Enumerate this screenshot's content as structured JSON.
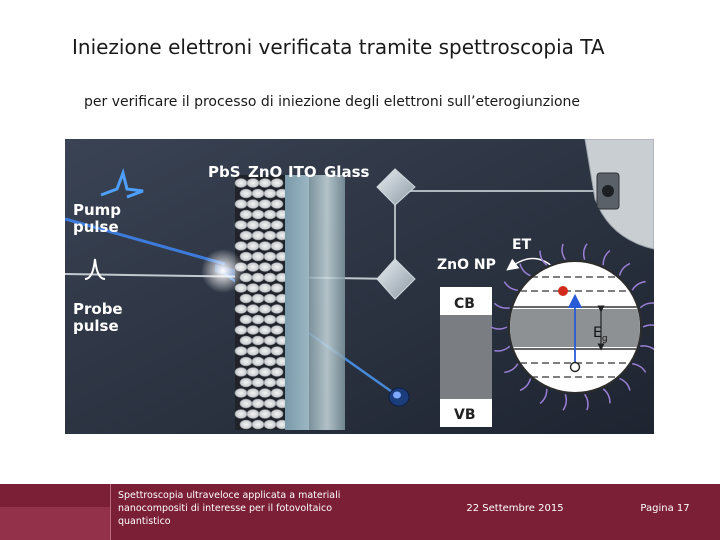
{
  "slide": {
    "title": "Iniezione elettroni verificata tramite spettroscopia TA",
    "subtitle": "per verificare il processo di iniezione degli elettroni sull’eterogiunzione"
  },
  "figure": {
    "layer_labels": [
      "PbS",
      "ZnO",
      "ITO",
      "Glass"
    ],
    "pump_label_line1": "Pump",
    "pump_label_line2": "pulse",
    "probe_label_line1": "Probe",
    "probe_label_line2": "pulse",
    "et_label": "ET",
    "zno_np_label": "ZnO NP",
    "cb_label": "CB",
    "vb_label": "VB",
    "eg_label": "E",
    "eg_subscript": "g"
  },
  "footer": {
    "description": "Spettroscopia ultraveloce applicata a materiali nanocompositi di interesse per il fotovoltaico quantistico",
    "date": "22 Settembre 2015",
    "page": "Pagina 17"
  },
  "colors": {
    "footer_bg": "#7a1f36",
    "pump_beam": "#3f8cff",
    "figure_bg": "#2a3140"
  }
}
